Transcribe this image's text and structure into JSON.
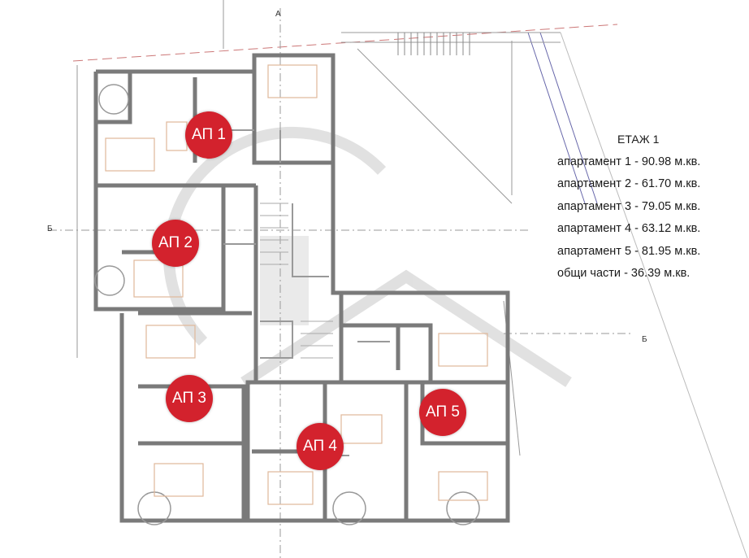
{
  "plan": {
    "floor_title": "ЕТАЖ 1",
    "areas": [
      {
        "label": "апартамент 1 - 90.98 м.кв."
      },
      {
        "label": "апартамент 2 - 61.70 м.кв."
      },
      {
        "label": "апартамент 3 - 79.05 м.кв."
      },
      {
        "label": "апартамент 4 - 63.12 м.кв."
      },
      {
        "label": "апартамент 5 - 81.95 м.кв."
      },
      {
        "label": "общи части  - 36.39 м.кв."
      }
    ],
    "apartment_badges": [
      "АП 1",
      "АП 2",
      "АП 3",
      "АП 4",
      "АП 5"
    ],
    "section_marks": {
      "a_top": "А",
      "b_left": "Б",
      "b_right": "Б"
    },
    "badge_color": "#d3222d",
    "wall_color": "#7a7a7a"
  }
}
